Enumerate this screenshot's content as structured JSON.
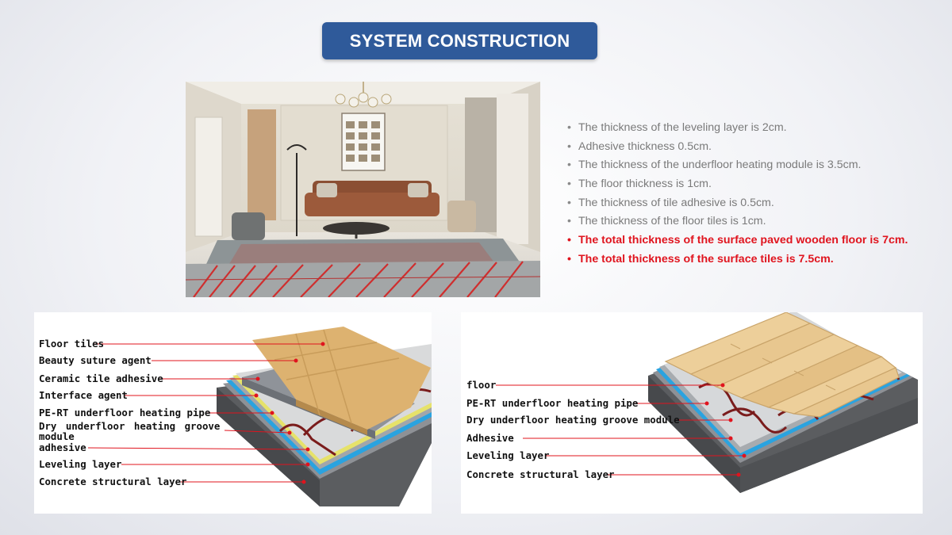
{
  "header": {
    "title": "SYSTEM CONSTRUCTION"
  },
  "specs": [
    {
      "text": "The thickness of the leveling layer is 2cm.",
      "highlight": false
    },
    {
      "text": "Adhesive thickness 0.5cm.",
      "highlight": false
    },
    {
      "text": "The thickness of the underfloor heating module is 3.5cm.",
      "highlight": false
    },
    {
      "text": "The floor thickness is 1cm.",
      "highlight": false
    },
    {
      "text": "The thickness of tile adhesive is 0.5cm.",
      "highlight": false
    },
    {
      "text": "The thickness of the floor tiles is 1cm.",
      "highlight": false
    },
    {
      "text": "The total thickness of the surface paved wooden floor is 7cm.",
      "highlight": true
    },
    {
      "text": "The total thickness of the surface tiles is 7.5cm.",
      "highlight": true
    }
  ],
  "tile_diagram": {
    "labels": [
      "Floor tiles",
      "Beauty suture agent",
      "Ceramic tile adhesive",
      "Interface agent",
      "PE-RT underfloor heating pipe",
      "Dry underfloor heating groove module",
      "adhesive",
      "Leveling layer",
      "Concrete structural layer"
    ]
  },
  "wood_diagram": {
    "labels": [
      "floor",
      "PE-RT underfloor heating pipe",
      "Dry underfloor heating groove module",
      "Adhesive",
      "Leveling layer",
      "Concrete structural layer"
    ]
  },
  "colors": {
    "title_bg": "#2f5a9a",
    "highlight_text": "#e0141e",
    "body_text": "#7a7a7a",
    "leader_line": "#e0141e",
    "heating_pipe": "#c0282d"
  }
}
